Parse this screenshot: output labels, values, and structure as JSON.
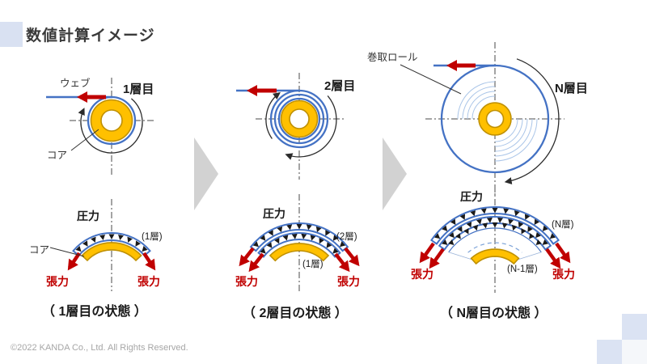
{
  "header": {
    "title": "数値計算イメージ"
  },
  "footer": {
    "copyright": "©2022 KANDA Co., Ltd. All Rights Reserved."
  },
  "panel1": {
    "layer": "1層目",
    "web": "ウェブ",
    "core": "コア"
  },
  "panel2": {
    "layer": "2層目"
  },
  "panel3": {
    "layer": "N層目",
    "roll": "巻取ロール"
  },
  "state1": {
    "pressure": "圧力",
    "core": "コア",
    "note": "(1層)",
    "tension_left": "張力",
    "tension_right": "張力",
    "caption": "（ 1層目の状態 ）"
  },
  "state2": {
    "pressure": "圧力",
    "note_outer": "(2層)",
    "note_inner": "(1層)",
    "tension_left": "張力",
    "tension_right": "張力",
    "caption": "（ 2層目の状態 ）"
  },
  "state3": {
    "pressure": "圧力",
    "note_outer": "(N層)",
    "note_inner": "(N-1層)",
    "tension_left": "張力",
    "tension_right": "張力",
    "caption": "（ N層目の状態 ）"
  },
  "colors": {
    "accent_blue": "#4472C4",
    "core_yellow": "#FFC000",
    "core_outline": "#BF9000",
    "tension_red": "#C00000",
    "deco_blue": "#D9E1F2",
    "flow_gray": "#D2D2D2"
  }
}
